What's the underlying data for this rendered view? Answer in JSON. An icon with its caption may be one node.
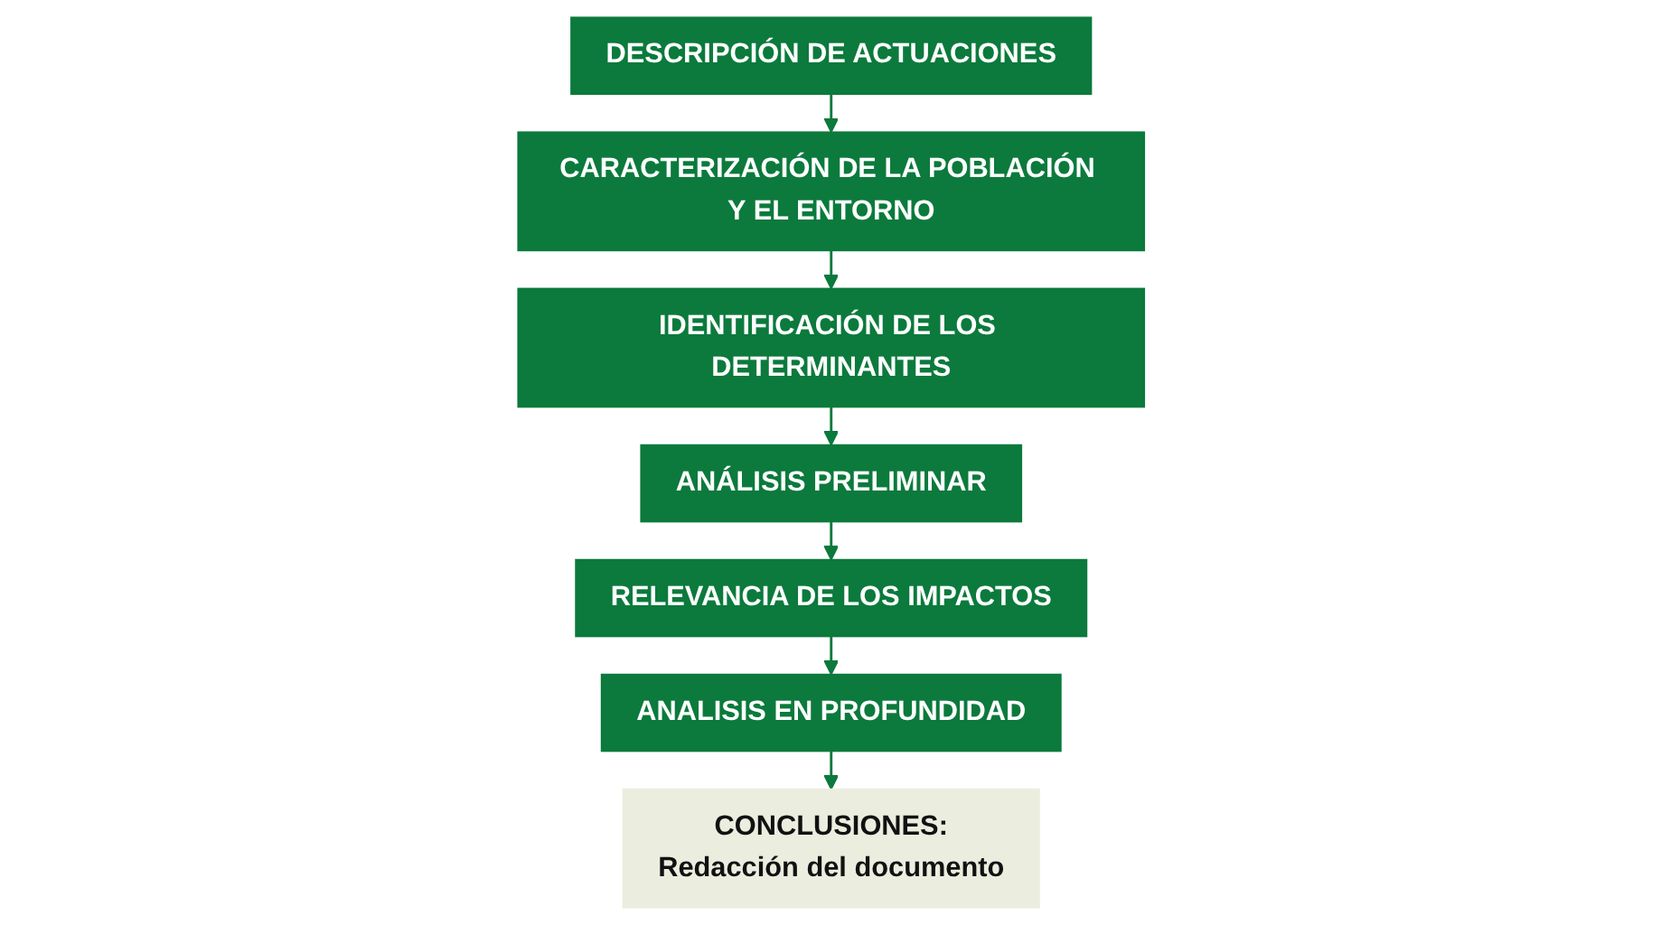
{
  "diagram": {
    "nodes": [
      {
        "text": [
          "DESCRIPCIÓN DE ACTUACIONES"
        ]
      },
      {
        "text": [
          "CARACTERIZACIÓN DE LA POBLACIÓN Y EL ENTORNO"
        ]
      },
      {
        "text": [
          "IDENTIFICACIÓN DE LOS DETERMINANTES"
        ]
      },
      {
        "text": [
          "ANÁLISIS PRELIMINAR"
        ]
      },
      {
        "text": [
          "RELEVANCIA DE LOS IMPACTOS"
        ]
      },
      {
        "text": [
          "ANALISIS EN PROFUNDIDAD"
        ]
      },
      {
        "text": [
          "CONCLUSIONES:",
          "Redacción del documento"
        ]
      }
    ],
    "edges": [
      {
        "from": 0,
        "to": 1,
        "arrow": "to"
      },
      {
        "from": 1,
        "to": 2,
        "arrow": "to"
      },
      {
        "from": 2,
        "to": 3,
        "arrow": "to"
      },
      {
        "from": 3,
        "to": 4,
        "arrow": "to"
      },
      {
        "from": 4,
        "to": 5,
        "arrow": "to"
      },
      {
        "from": 5,
        "to": 6,
        "arrow": "to"
      }
    ]
  }
}
